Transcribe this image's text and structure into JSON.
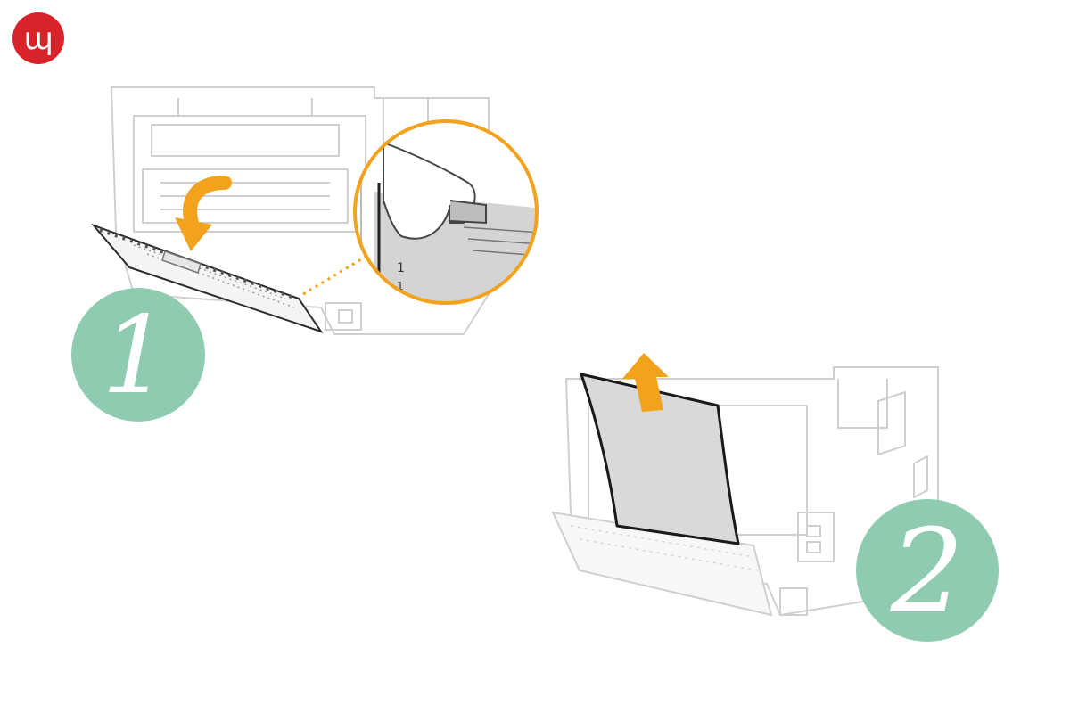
{
  "logo": {
    "text": "ɰ",
    "color": "#d8232a"
  },
  "steps": [
    {
      "number": "1",
      "badge_color": "#8fcbb1",
      "arrow_color": "#f2a21c",
      "description_icon": "open-rear-cover"
    },
    {
      "number": "2",
      "badge_color": "#8fcbb1",
      "arrow_color": "#f2a21c",
      "description_icon": "pull-out-paper"
    }
  ],
  "callout": {
    "ring_color": "#f2a21c",
    "mark_1": "1",
    "mark_2": "1"
  },
  "colors": {
    "printer_line": "#cfcfcf",
    "paper_fill": "#d9d9d9",
    "paper_edge": "#1a1a1a",
    "text_white": "#ffffff"
  }
}
